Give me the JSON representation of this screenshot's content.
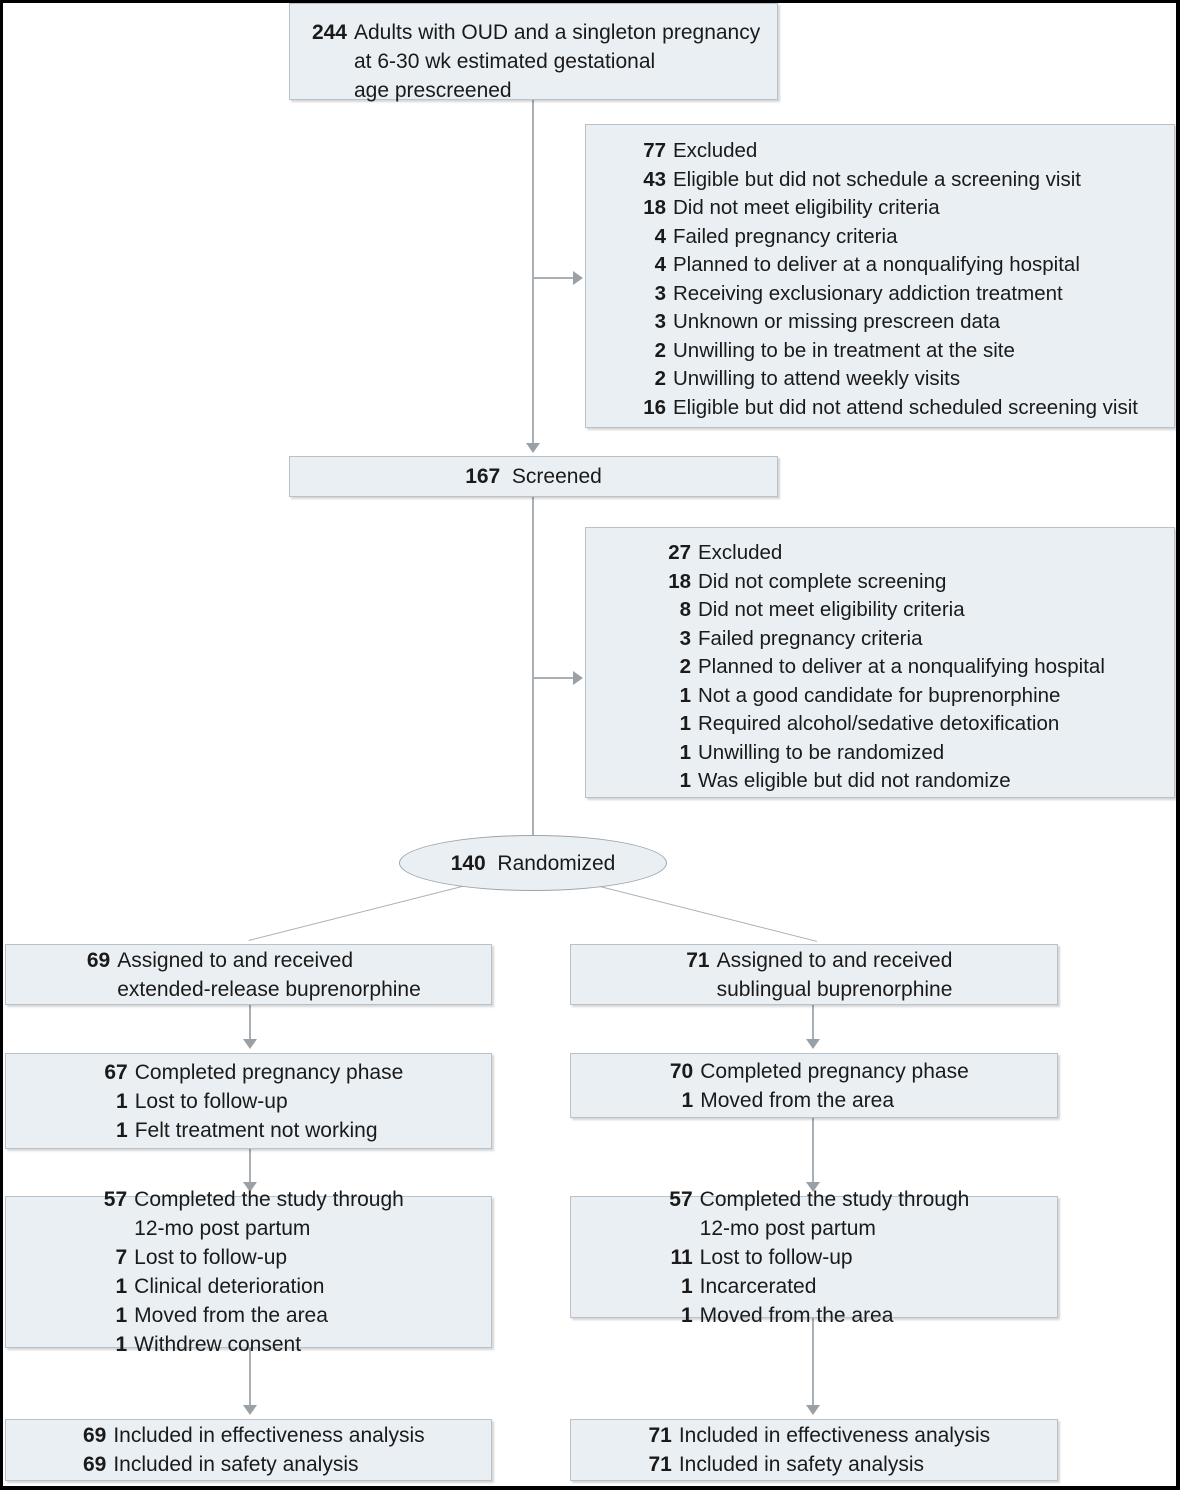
{
  "diagram": {
    "type": "consort-flow",
    "title": "CONSORT participant flow diagram",
    "colors": {
      "node_fill": "#e9eff3",
      "node_border": "#b9c2c8",
      "connector": "#a9b0b5",
      "text": "#1a1a1a"
    }
  },
  "nodes": {
    "prescreened": {
      "rows": [
        {
          "num": "244",
          "label": "Adults with OUD and a singleton pregnancy"
        },
        {
          "num": "",
          "label": "at 6-30 wk estimated gestational"
        },
        {
          "num": "",
          "label": "age prescreened"
        }
      ]
    },
    "excluded_77": {
      "rows": [
        {
          "num": "77",
          "label": "Excluded",
          "indent": 0
        },
        {
          "num": "43",
          "label": "Eligible but did not schedule a screening visit",
          "indent": 1
        },
        {
          "num": "18",
          "label": "Did not meet eligibility criteria",
          "indent": 1
        },
        {
          "num": "4",
          "label": "Failed pregnancy criteria",
          "indent": 1
        },
        {
          "num": "4",
          "label": "Planned to deliver at a nonqualifying hospital",
          "indent": 1
        },
        {
          "num": "3",
          "label": "Receiving exclusionary addiction treatment",
          "indent": 1
        },
        {
          "num": "3",
          "label": "Unknown or missing prescreen data",
          "indent": 1
        },
        {
          "num": "2",
          "label": "Unwilling to be in treatment at the site",
          "indent": 1
        },
        {
          "num": "2",
          "label": "Unwilling to attend weekly visits",
          "indent": 1
        },
        {
          "num": "16",
          "label": "Eligible but did not attend scheduled screening visit",
          "indent": 1
        }
      ]
    },
    "screened": {
      "num": "167",
      "label": "Screened"
    },
    "excluded_27": {
      "rows": [
        {
          "num": "27",
          "label": "Excluded",
          "indent": 0
        },
        {
          "num": "18",
          "label": "Did not complete screening",
          "indent": 1
        },
        {
          "num": "8",
          "label": "Did not meet eligibility criteria",
          "indent": 1
        },
        {
          "num": "3",
          "label": "Failed pregnancy criteria",
          "indent": 2
        },
        {
          "num": "2",
          "label": "Planned to deliver at a nonqualifying hospital",
          "indent": 2
        },
        {
          "num": "1",
          "label": "Not a good candidate for buprenorphine",
          "indent": 2
        },
        {
          "num": "1",
          "label": "Required alcohol/sedative detoxification",
          "indent": 2
        },
        {
          "num": "1",
          "label": "Unwilling to be randomized",
          "indent": 2
        },
        {
          "num": "1",
          "label": "Was eligible but did not randomize",
          "indent": 1
        }
      ]
    },
    "randomized": {
      "num": "140",
      "label": "Randomized"
    },
    "left_assigned": {
      "rows": [
        {
          "num": "69",
          "label": "Assigned to and received"
        },
        {
          "num": "",
          "label": "extended-release buprenorphine"
        }
      ]
    },
    "left_pregnancy_phase": {
      "rows": [
        {
          "num": "67",
          "label": "Completed pregnancy phase"
        },
        {
          "num": "1",
          "label": "Lost to follow-up"
        },
        {
          "num": "1",
          "label": "Felt treatment not working"
        }
      ]
    },
    "left_completed": {
      "rows": [
        {
          "num": "57",
          "label": "Completed the study through"
        },
        {
          "num": "",
          "label": "12-mo post partum"
        },
        {
          "num": "7",
          "label": "Lost to follow-up"
        },
        {
          "num": "1",
          "label": "Clinical deterioration"
        },
        {
          "num": "1",
          "label": "Moved from the area"
        },
        {
          "num": "1",
          "label": "Withdrew consent"
        }
      ]
    },
    "left_analysis": {
      "rows": [
        {
          "num": "69",
          "label": "Included in effectiveness analysis"
        },
        {
          "num": "69",
          "label": "Included in safety analysis"
        }
      ]
    },
    "right_assigned": {
      "rows": [
        {
          "num": "71",
          "label": "Assigned to and received"
        },
        {
          "num": "",
          "label": "sublingual buprenorphine"
        }
      ]
    },
    "right_pregnancy_phase": {
      "rows": [
        {
          "num": "70",
          "label": "Completed pregnancy phase"
        },
        {
          "num": "1",
          "label": "Moved from the area"
        }
      ]
    },
    "right_completed": {
      "rows": [
        {
          "num": "57",
          "label": "Completed the study through"
        },
        {
          "num": "",
          "label": "12-mo post partum"
        },
        {
          "num": "11",
          "label": "Lost to follow-up"
        },
        {
          "num": "1",
          "label": "Incarcerated"
        },
        {
          "num": "1",
          "label": "Moved from the area"
        }
      ]
    },
    "right_analysis": {
      "rows": [
        {
          "num": "71",
          "label": "Included in effectiveness analysis"
        },
        {
          "num": "71",
          "label": "Included in safety analysis"
        }
      ]
    }
  }
}
